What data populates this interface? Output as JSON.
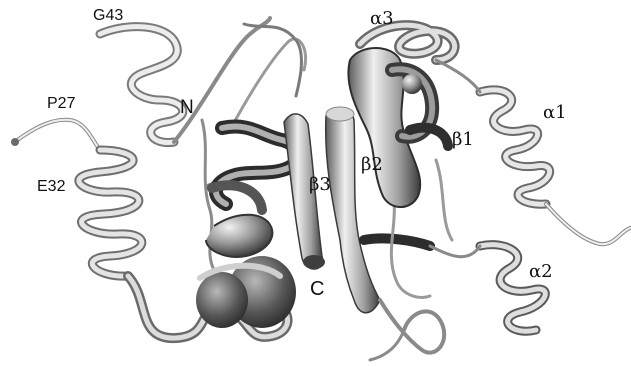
{
  "labels": {
    "g43": "G43",
    "p27": "P27",
    "e32": "E32",
    "n_term": "N",
    "c_term": "C",
    "alpha1": "α1",
    "alpha2": "α2",
    "alpha3": "α3",
    "beta1": "β1",
    "beta2": "β2",
    "beta3": "β3"
  },
  "colors": {
    "background": "#ffffff",
    "ribbon_light": "#e6e6e6",
    "ribbon_mid": "#a8a8a8",
    "ribbon_dark": "#3a3a3a",
    "label_text": "#111111"
  }
}
